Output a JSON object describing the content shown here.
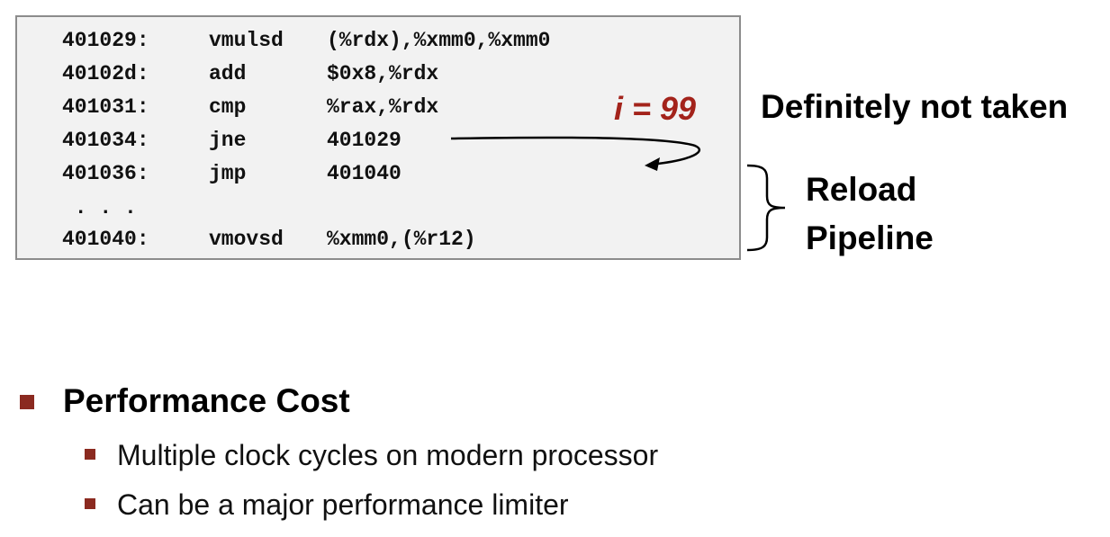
{
  "code": {
    "rows": [
      {
        "addr": "401029:",
        "op": "vmulsd",
        "args": "(%rdx),%xmm0,%xmm0"
      },
      {
        "addr": "40102d:",
        "op": "add",
        "args": "$0x8,%rdx"
      },
      {
        "addr": "401031:",
        "op": "cmp",
        "args": "%rax,%rdx"
      },
      {
        "addr": "401034:",
        "op": "jne",
        "args": "401029"
      },
      {
        "addr": "401036:",
        "op": "jmp",
        "args": "401040"
      },
      {
        "addr": " . . .",
        "op": "",
        "args": ""
      },
      {
        "addr": "401040:",
        "op": "vmovsd",
        "args": "%xmm0,(%r12)"
      }
    ]
  },
  "annotations": {
    "iteration": "i = 99",
    "branch_status": "Definitely not taken",
    "reload_line1": "Reload",
    "reload_line2": "Pipeline"
  },
  "colors": {
    "accent": "#a3231b",
    "bullet": "#8b2a20",
    "code_bg": "#f2f2f2"
  },
  "bullets": {
    "main": "Performance Cost",
    "sub": [
      "Multiple clock cycles on modern processor",
      "Can be a major performance limiter"
    ]
  }
}
